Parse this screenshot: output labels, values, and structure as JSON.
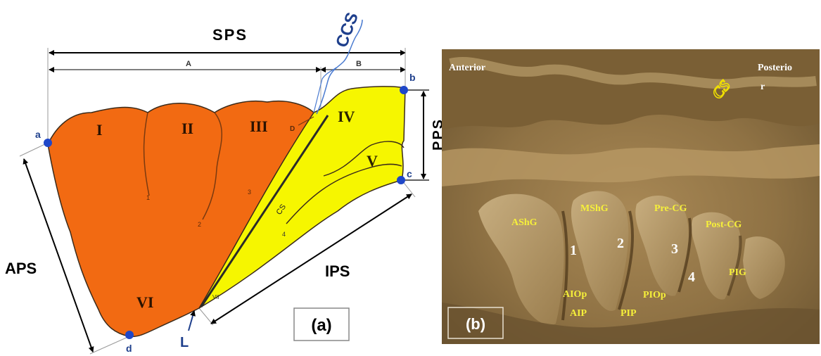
{
  "panel_a": {
    "tag": "(a)",
    "measures": {
      "sps": "SPS",
      "pps": "PPS",
      "aps": "APS",
      "ips": "IPS",
      "a": "A",
      "b": "B",
      "cs": "CS",
      "ccs": "CCS",
      "l": "L"
    },
    "points": {
      "a": "a",
      "b": "b",
      "c": "c",
      "d": "d",
      "D": "D"
    },
    "regions": [
      "I",
      "II",
      "III",
      "IV",
      "V",
      "VI"
    ],
    "sulci": [
      "1",
      "2",
      "3",
      "4"
    ],
    "vii": "VII",
    "colors": {
      "orange": "#f26a12",
      "yellow": "#f6f600",
      "blue": "#1e3f8c",
      "dot": "#1f47c8"
    }
  },
  "panel_b": {
    "tag": "(b)",
    "directions": {
      "anterior": "Anterior",
      "posterior": "Posterio",
      "posterior_r": "r"
    },
    "cs_mark": "CS",
    "gyri": {
      "ashg": "AShG",
      "mshg": "MShG",
      "precg": "Pre-CG",
      "postcg": "Post-CG",
      "pig": "PIG",
      "aiop": "AIOp",
      "aip": "AIP",
      "piop": "PIOp",
      "pip": "PIP"
    },
    "numbers": [
      "1",
      "2",
      "3",
      "4"
    ]
  }
}
